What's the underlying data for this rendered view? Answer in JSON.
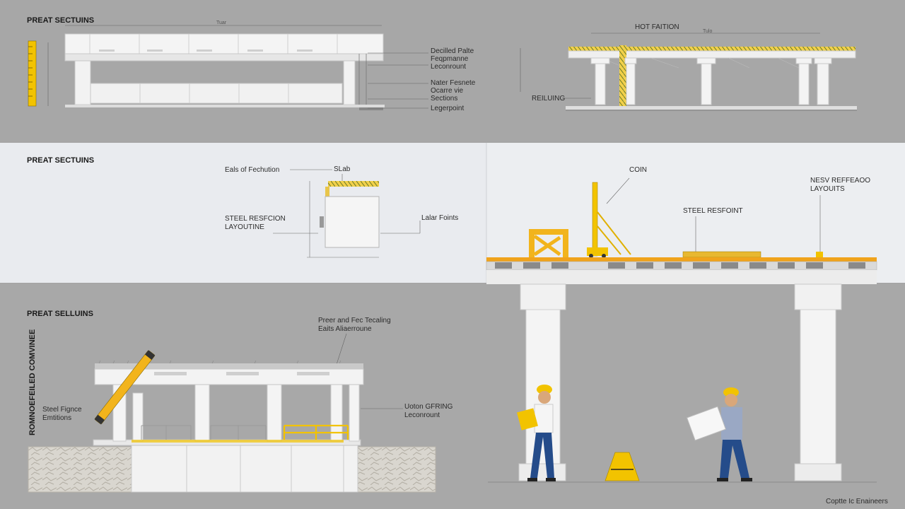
{
  "panels": {
    "top_left": {
      "title": "PREAT SECTUINS",
      "dim_label": "Tuar",
      "callouts": [
        "Decilled Palte",
        "Feqpmanne",
        "Leconrount",
        "Nater Fesnete",
        "Ocarre vie",
        "Sections",
        "Legerpoint"
      ]
    },
    "top_right": {
      "title": "HOT FAITION",
      "dim_label": "Tulo",
      "callout": "REILUING"
    },
    "middle_left": {
      "title": "PREAT SECTUINS",
      "callouts": {
        "top": "Eals of Fechution",
        "slab": "SLab",
        "left_1": "STEEL RESFCION",
        "left_2": "LAYOUTINE",
        "right": "Lalar Foints"
      }
    },
    "middle_right": {
      "callouts": {
        "crane": "COIN",
        "steel": "STEEL RESFOINT",
        "layout_1": "NESV REFFEAOO",
        "layout_2": "LAYOUITS"
      }
    },
    "bottom_left": {
      "title": "PREAT SELLUINS",
      "vertical_label": "ROMNOEFEILED COMVINEE",
      "callouts": {
        "top_1": "Preer and Fec Tecaling",
        "top_2": "Eaits Aliaerroune",
        "left_1": "Steel Fignce",
        "left_2": "Emtitions",
        "right_1": "Uoton GFRING",
        "right_2": "Leconrount"
      }
    },
    "footer": {
      "credit": "Coptte Ic Enaineers"
    }
  },
  "colors": {
    "background_gray": "#a6a6a6",
    "light_panel": "#e9ebef",
    "concrete": "#f2f2f2",
    "safety_yellow": "#f2c300",
    "steel_orange": "#f0a31c"
  }
}
